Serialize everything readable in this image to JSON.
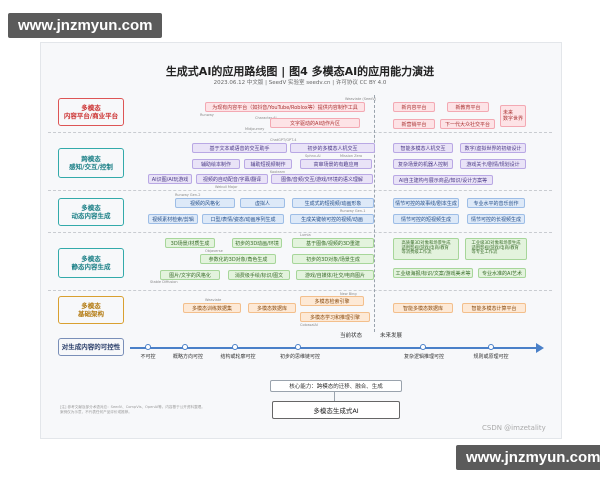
{
  "watermark_top": "www.jnzmyun.com",
  "watermark_bottom": "www.jnzmyun.com",
  "title": "生成式AI的应用路线图 | 图4 多模态AI的应用能力演进",
  "subtitle": "2023.06.12 中文版 | SeedV 实验室 seedv.cn | 许可协议 CC BY 4.0",
  "categories": [
    {
      "label": "多模态\n内容平台/商业平台"
    },
    {
      "label": "跨模态\n感知/交互/控制"
    },
    {
      "label": "多模态\n动态内容生成"
    },
    {
      "label": "多模态\n静态内容生成"
    },
    {
      "label": "多模态\n基础架构"
    },
    {
      "label": "对生成内容的可控性"
    }
  ],
  "platform": {
    "tiny_top": "Weaviate (SeedV)",
    "b1": "为现有内容平台（如抖音/YouTube/Roblox等）提供内容制作工具",
    "tiny_a": "Runway",
    "tiny_b": "Character.AI",
    "b2": "文字驱动的AI动作片区",
    "tiny_c": "Midjourney",
    "r1": "新内容平台",
    "r2": "新教育平台",
    "r3": "新营销平台",
    "r4": "下一代大众社交平台",
    "r5": "未来\n数字世界"
  },
  "perception": {
    "tiny_top": "ChatGPT/GPT-4",
    "b1": "基于文本或语音的交互助手",
    "b2": "初步的多模态人机交互",
    "tiny_a": "Sphnx-AI",
    "tiny_b": "Mission Zero",
    "b3": "辅助绘本制作",
    "b4": "辅助短视频制作",
    "b5": "高审场景的有趣应用",
    "tiny_c": "Koolearn",
    "b6": "AI识图/AI玩游戏",
    "b7": "视频的自动配音/字幕/翻译",
    "b8": "图像/音频/交互/游戏/环境的语义理解",
    "tiny_d": "Webull Major",
    "r1": "智能多模态人机交互",
    "r2": "数字/虚拟世界的初级设计",
    "r3": "复杂场景的机器人控制",
    "r4": "游戏关卡/剧情/规划设计",
    "r5": "AI自主建构与展示商品/知识/设计方案等"
  },
  "dynamic": {
    "tiny_top": "Runway Gen-2",
    "b1": "视频的风格化",
    "b2": "虚拟人",
    "b3": "生成式的短视频/动画形象",
    "tiny_a": "Runway Gen-1",
    "b4": "视频素材检索/剪辑",
    "b5": "口型/表情/姿态/动画序列生成",
    "b6": "生成关键帧可控的视频/动画",
    "r1": "情节可控的故事线/剧本生成",
    "r2": "专业水平的音乐创作",
    "r3": "情节可控的短视频生成",
    "r4": "情节可控的长视频生成"
  },
  "static": {
    "tiny_top": "Lumia",
    "b1": "3D场景/材质生成",
    "b2": "初步的3D动画/环境",
    "b3": "基于图像/视频的3D重建",
    "tiny_a": "Objaverse",
    "b4": "参数化的3D对象/角色生成",
    "b5": "初步的3D对象/场景生成",
    "tiny_b": "Stable Diffusion",
    "b6": "图片/文字的风格化",
    "b7": "消费级手绘/标识/图文",
    "b8": "游戏/自媒体/社交/电商图片",
    "r1": "高质量3D对象和场景生成\n适用影视/游戏/电商/教育\n等消费级工作流",
    "r2": "工业级3D对象和场景生成\n适用影视/游戏/电商/教育\n等专业工作流",
    "r3": "工业级海报/标识/文案/游戏美术等",
    "r4": "专业水准的AI艺术"
  },
  "infra": {
    "tiny_top": "New Bing",
    "b1": "多模态检索引擎",
    "tiny_a": "Weaviate",
    "b2": "多模态训练数据集",
    "b3": "多模态数据库",
    "b4": "多模态学习和推理引擎",
    "tiny_b": "ColossalAI",
    "r1": "智能多模态数据库",
    "r2": "智能多模态计算平台"
  },
  "timeline": {
    "current": "当前状态",
    "future": "未来发展",
    "p1": "不可控",
    "p2": "概略方向可控",
    "p3": "结构或轮廓可控",
    "p4": "初步的思维链可控",
    "p5": "复杂逻辑推理可控",
    "p6": "规则或原理可控"
  },
  "core": {
    "label": "核心能力：跨模态的迁移、融合、生成",
    "base": "多模态生成式AI"
  },
  "footnote": "[注] 参考文献及部分术语对应：SeedV、CompVis、OpenAI等。内容基于公开资料整理。\n案例仅为示意，不代表任何产品评价或推荐。",
  "csdn": "CSDN @imzetality"
}
